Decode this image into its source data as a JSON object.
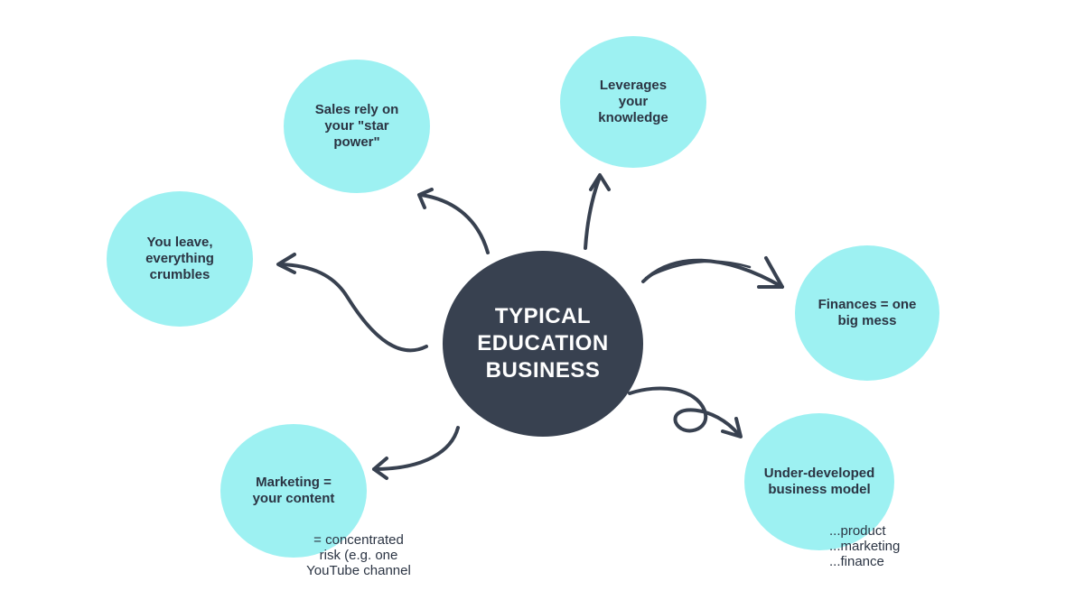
{
  "colors": {
    "bubble": "#9df1f2",
    "center": "#384150",
    "ink": "#2b3443"
  },
  "center": {
    "label": "TYPICAL\nEDUCATION\nBUSINESS"
  },
  "nodes": [
    {
      "id": "sales",
      "label": "Sales rely on\nyour \"star\npower\""
    },
    {
      "id": "leverages",
      "label": "Leverages\nyour\nknowledge"
    },
    {
      "id": "leave",
      "label": "You leave,\neverything\ncrumbles"
    },
    {
      "id": "finances",
      "label": "Finances = one\nbig mess"
    },
    {
      "id": "marketing",
      "label": "Marketing =\nyour content"
    },
    {
      "id": "underdeveloped",
      "label": "Under-developed\nbusiness model"
    }
  ],
  "notes": {
    "marketing": "= concentrated\nrisk (e.g. one\nYouTube channel",
    "underdeveloped": "...product\n...marketing\n...finance"
  }
}
